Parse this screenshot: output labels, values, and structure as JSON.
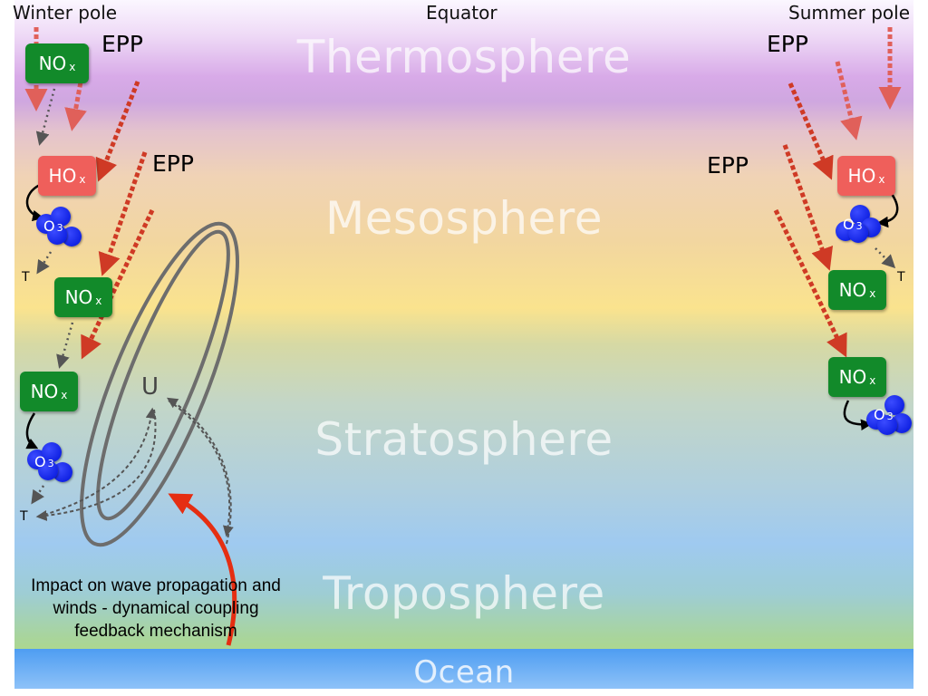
{
  "labels": {
    "winter_pole": "Winter pole",
    "equator": "Equator",
    "summer_pole": "Summer pole"
  },
  "layers": {
    "thermosphere": "Thermosphere",
    "mesosphere": "Mesosphere",
    "stratosphere": "Stratosphere",
    "troposphere": "Troposphere",
    "ocean": "Ocean"
  },
  "species": {
    "nox": "NO",
    "hox": "HO",
    "x_sub": "x",
    "o3": "O",
    "o3_sub": "3"
  },
  "epp_label": "EPP",
  "temperature_label": "T",
  "wind_label": "U",
  "impact_text": "Impact on wave propagation and winds - dynamical coupling feedback mechanism",
  "colors": {
    "nox_box": "#128a2a",
    "hox_box": "#ef5f5b",
    "epp_arrow": "#cf3a25",
    "feedback_arrow": "#e52e12",
    "ozone": "#0a1fe6",
    "vortex": "#6d6d6d"
  }
}
